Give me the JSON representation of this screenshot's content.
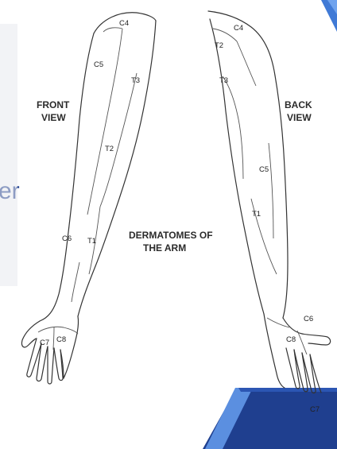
{
  "slide": {
    "partial_word": "er",
    "accent_color": "#1f3f8f",
    "edge_color": "#2b6bd1"
  },
  "diagram": {
    "title_line1": "DERMATOMES OF",
    "title_line2": "THE ARM",
    "front_view": {
      "line1": "FRONT",
      "line2": "VIEW"
    },
    "back_view": {
      "line1": "BACK",
      "line2": "VIEW"
    },
    "front_labels": {
      "c4": "C4",
      "c5": "C5",
      "t3": "T3",
      "t2": "T2",
      "c6": "C6",
      "t1": "T1",
      "c7": "C7",
      "c8": "C8"
    },
    "back_labels": {
      "c4": "C4",
      "t2": "T2",
      "t3": "T3",
      "c5": "C5",
      "t1": "T1",
      "c6": "C6",
      "c8": "C8",
      "c7": "C7"
    }
  }
}
